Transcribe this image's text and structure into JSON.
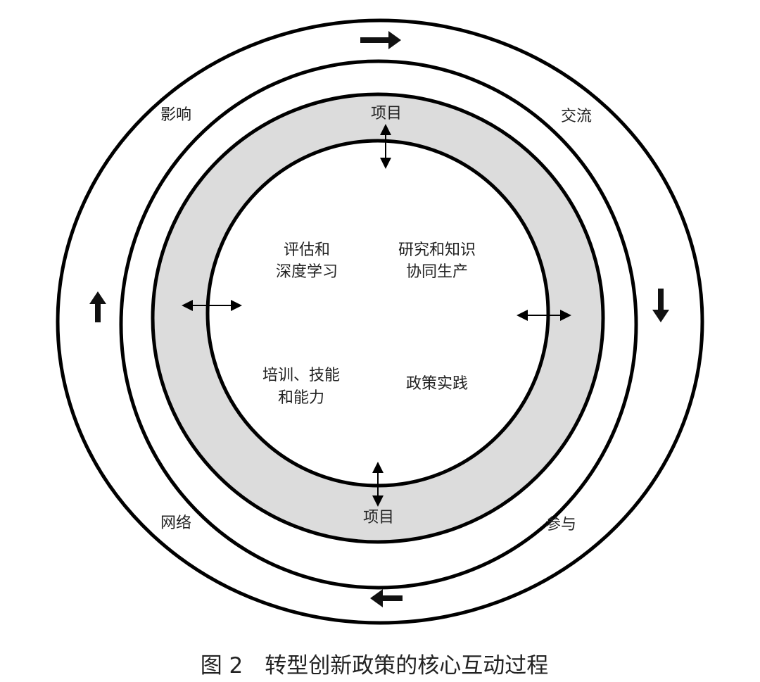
{
  "diagram": {
    "outer_labels": {
      "top_left": "影响",
      "top_right": "交流",
      "bottom_left": "网络",
      "bottom_right": "参与"
    },
    "ring_labels": {
      "top": "项目",
      "bottom": "项目"
    },
    "quadrants": {
      "top_left": [
        "评估和",
        "深度学习"
      ],
      "top_right": [
        "研究和知识",
        "协同生产"
      ],
      "bottom_left": [
        "培训、技能",
        "和能力"
      ],
      "bottom_right": [
        "政策实践"
      ]
    },
    "colors": {
      "ring_fill": "#dcdcdc",
      "stroke": "#000000"
    }
  },
  "caption": "图 2　转型创新政策的核心互动过程"
}
